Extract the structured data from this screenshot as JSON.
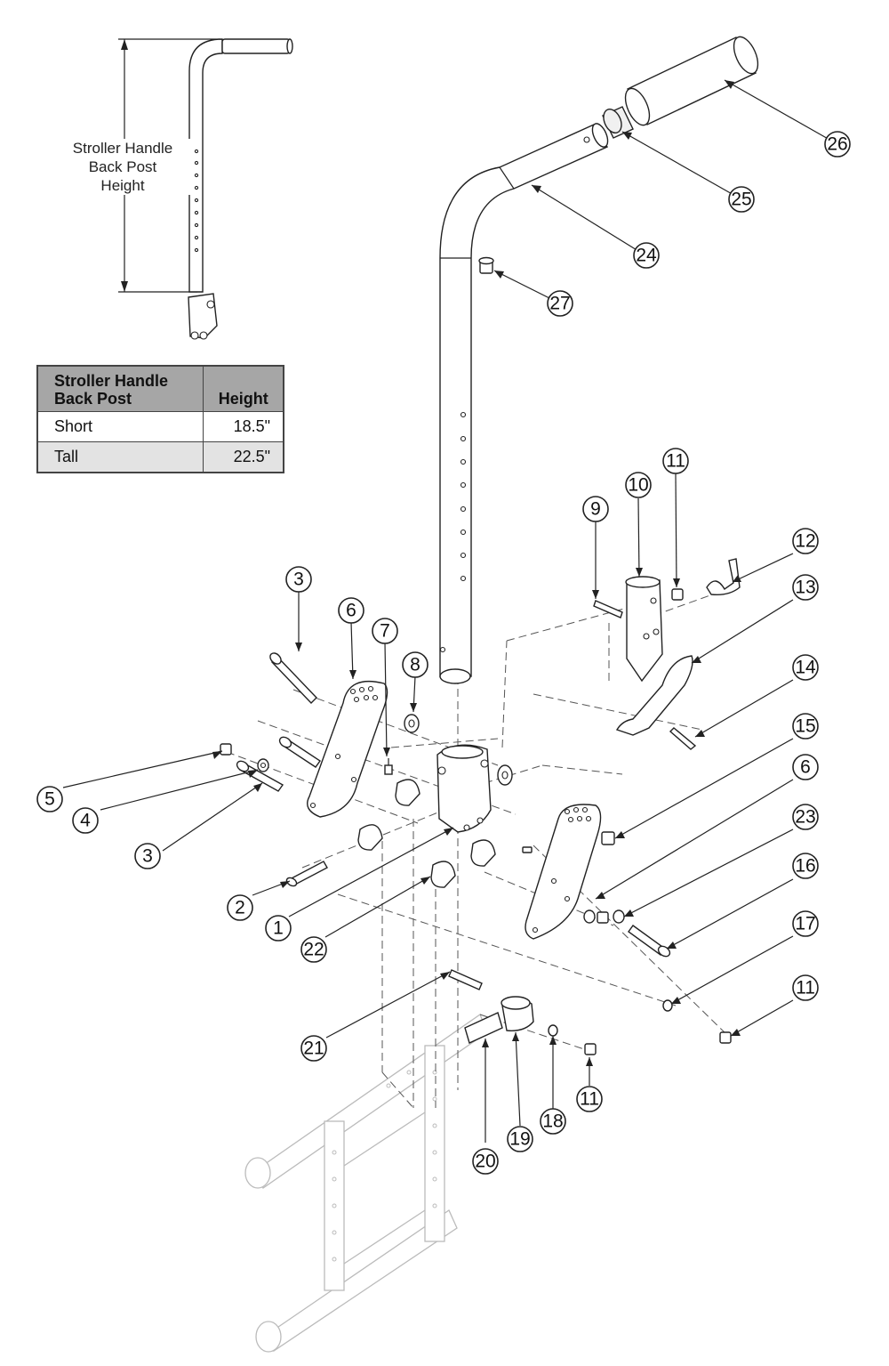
{
  "dimension_label": {
    "lines": [
      "Stroller Handle",
      "Back Post",
      "Height"
    ]
  },
  "table": {
    "header_col1_lines": [
      "Stroller Handle",
      "Back Post"
    ],
    "header_col2": "Height",
    "rows": [
      {
        "name": "Short",
        "height": "18.5\""
      },
      {
        "name": "Tall",
        "height": "22.5\""
      }
    ]
  },
  "callouts": [
    "1",
    "2",
    "3",
    "3",
    "4",
    "5",
    "6",
    "6",
    "7",
    "8",
    "9",
    "10",
    "11",
    "11",
    "11",
    "12",
    "13",
    "14",
    "15",
    "16",
    "17",
    "18",
    "19",
    "20",
    "21",
    "22",
    "23",
    "24",
    "25",
    "26",
    "27"
  ]
}
